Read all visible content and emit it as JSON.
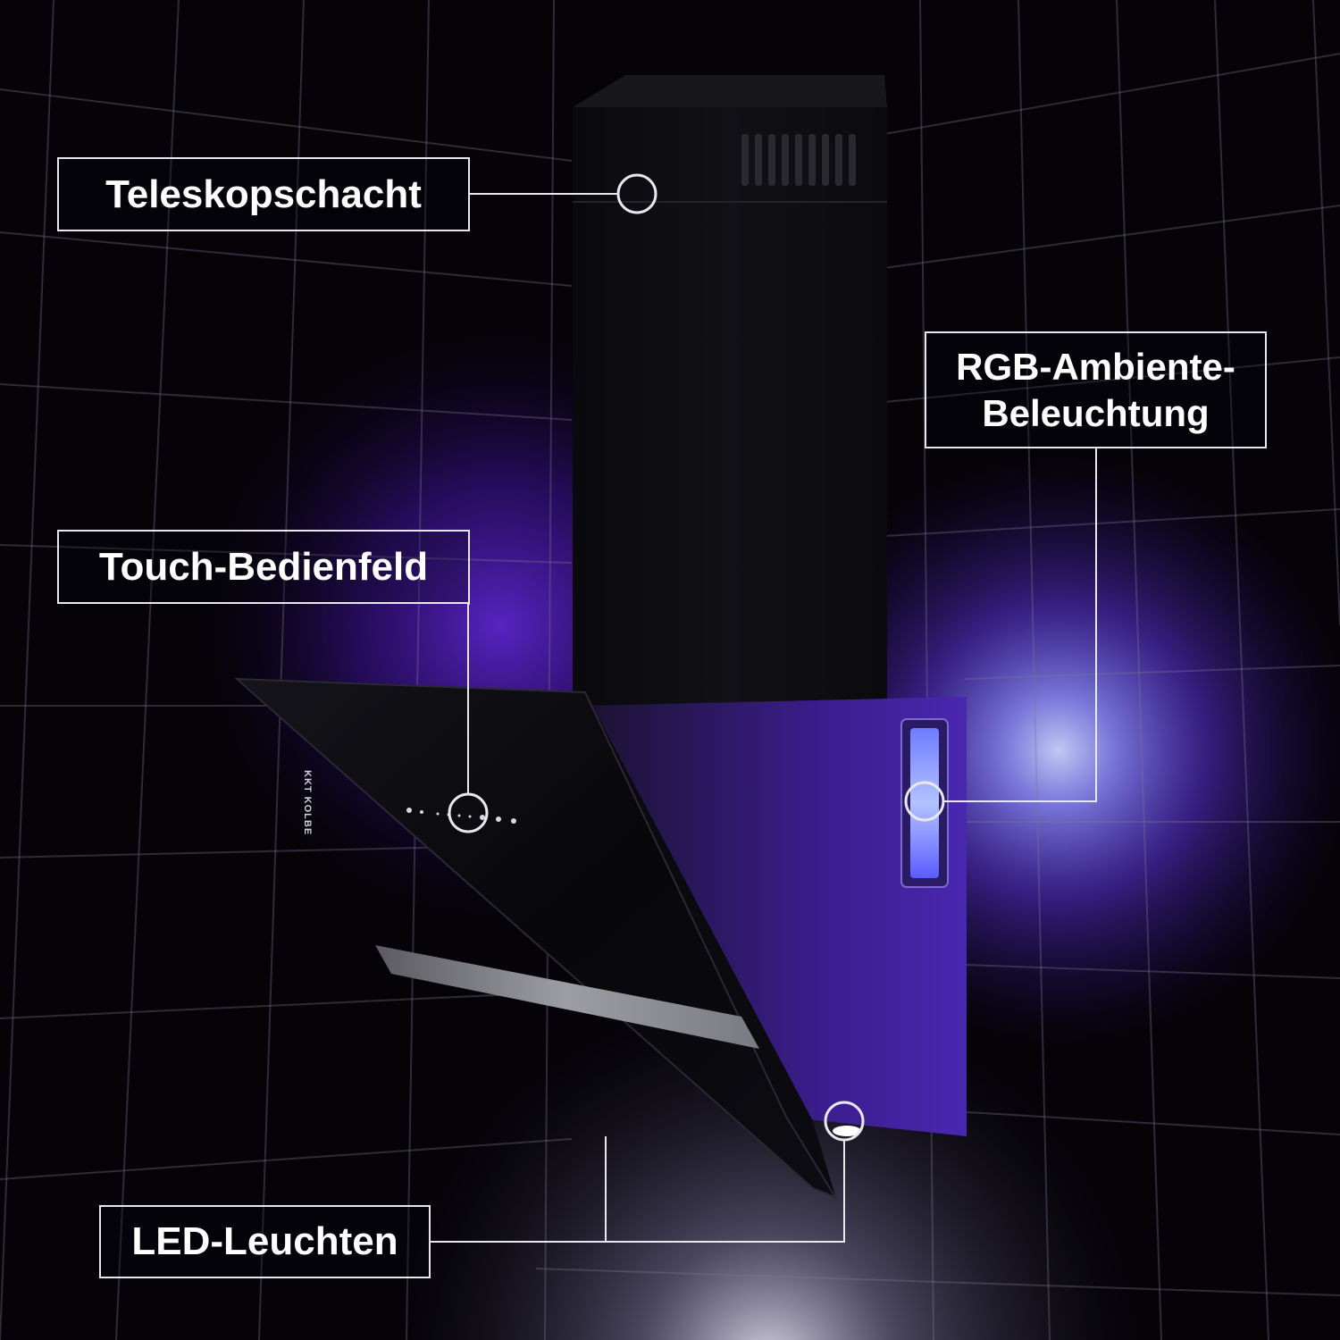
{
  "labels": {
    "teleskopschacht": "Teleskopschacht",
    "touch_bedienfeld": "Touch-Bedienfeld",
    "led_leuchten": "LED-Leuchten",
    "rgb_line1": "RGB-Ambiente-",
    "rgb_line2": "Beleuchtung"
  },
  "brand": "KKT KOLBE",
  "colors": {
    "background": "#050308",
    "ambient_glow": "#6a5cff",
    "hood_body": "#0c0b10",
    "label_border": "#e8e8ee",
    "label_text": "#ffffff"
  }
}
